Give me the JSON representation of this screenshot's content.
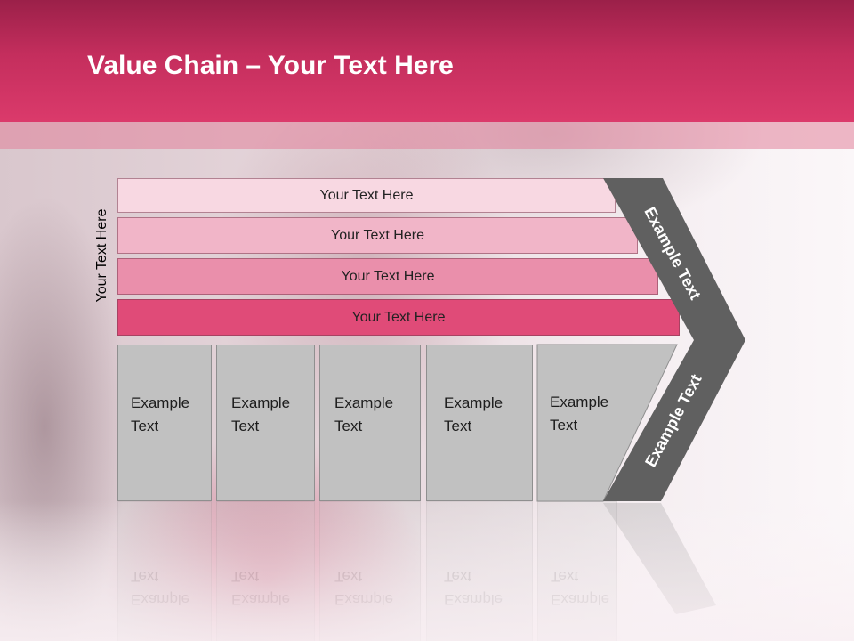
{
  "slide": {
    "title_bold": "Value Chain",
    "title_rest": " – Your Text Here",
    "side_label": "Your Text Here",
    "bars": [
      {
        "label": "Your Text Here",
        "color": "#f8d8e2"
      },
      {
        "label": "Your Text Here",
        "color": "#f1b5c8"
      },
      {
        "label": "Your Text Here",
        "color": "#ea8fab"
      },
      {
        "label": "Your Text Here",
        "color": "#e04b78"
      }
    ],
    "columns": [
      {
        "line1": "Example",
        "line2": "Text"
      },
      {
        "line1": "Example",
        "line2": "Text"
      },
      {
        "line1": "Example",
        "line2": "Text"
      },
      {
        "line1": "Example",
        "line2": "Text"
      },
      {
        "line1": "Example",
        "line2": "Text"
      }
    ],
    "chevron": {
      "top_label": "Example Text",
      "bottom_label": "Example Text",
      "color": "#606060"
    },
    "colors": {
      "header": "#c42e5d",
      "column_fill": "#c1c1c1"
    }
  }
}
